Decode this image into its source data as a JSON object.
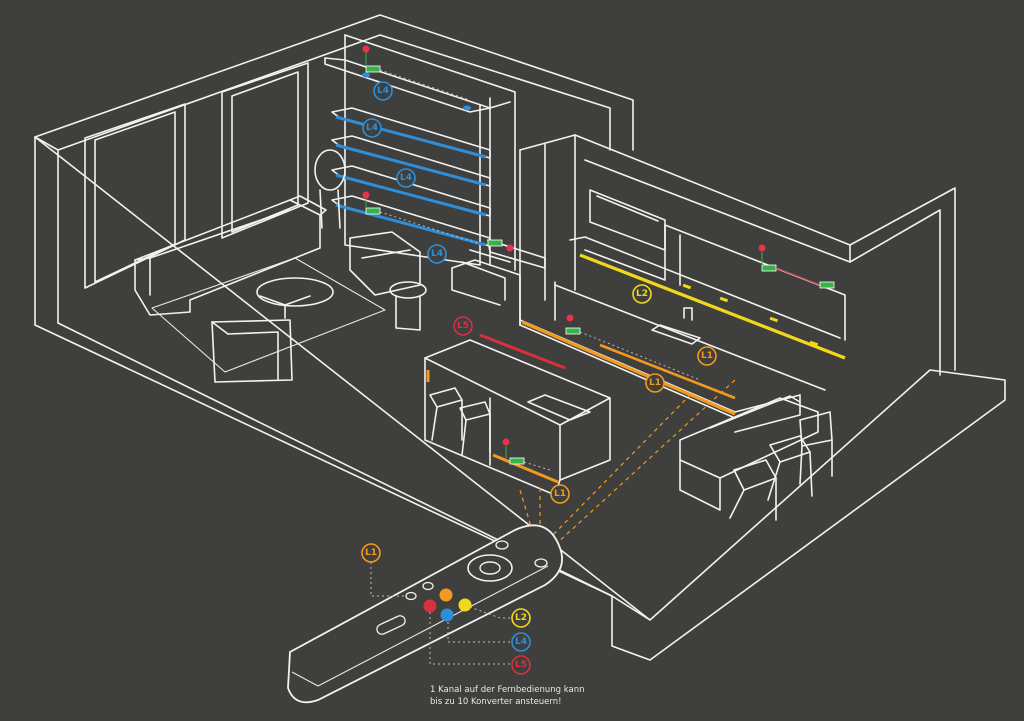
{
  "colors": {
    "background": "#3f3f3d",
    "line": "#f2f2f0",
    "L1": "#f29a1f",
    "L2": "#f2d81c",
    "L4": "#2e8fd8",
    "L5": "#d6313f",
    "converter": "#35b24a",
    "sensor": "#e8334a"
  },
  "labels": {
    "L1": "L1",
    "L2": "L2",
    "L4": "L4",
    "L5": "L5"
  },
  "caption": {
    "line1": "1 Kanal auf der Fernbedienung kann",
    "line2": "bis zu 10 Konverter ansteuern!"
  },
  "icons": {
    "remote": "remote-control-icon",
    "converter": "converter-box-icon",
    "sensor": "sensor-pin-icon"
  }
}
